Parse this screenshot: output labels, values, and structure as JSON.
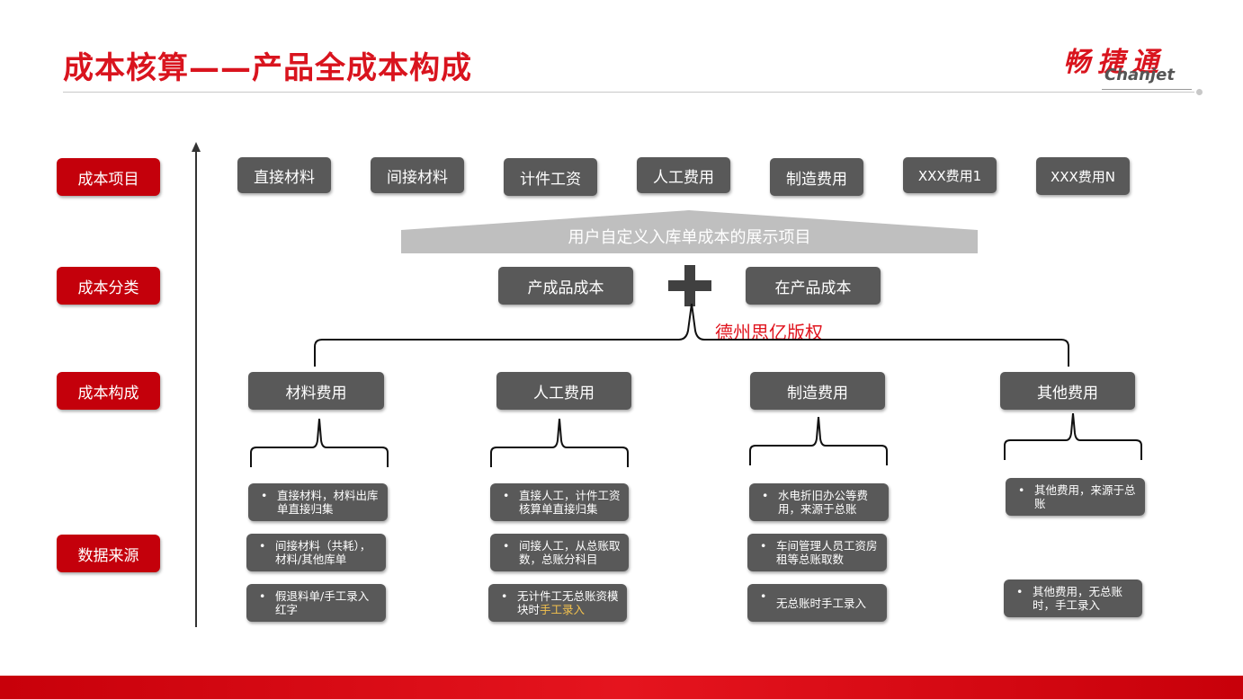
{
  "title": "成本核算——产品全成本构成",
  "logo": {
    "cn": "畅捷通",
    "en": "Chanjet"
  },
  "colors": {
    "accent_red": "#c4000b",
    "box_gray": "#595959",
    "banner_gray": "#bfbfbf",
    "highlight": "#f2c14e"
  },
  "row_labels": {
    "cost_items": "成本项目",
    "cost_category": "成本分类",
    "cost_composition": "成本构成",
    "data_source": "数据来源"
  },
  "cost_items": [
    "直接材料",
    "间接材料",
    "计件工资",
    "人工费用",
    "制造费用",
    "XXX费用1",
    "XXX费用N"
  ],
  "banner": "用户自定义入库单成本的展示项目",
  "categories": {
    "finished": "产成品成本",
    "wip": "在产品成本"
  },
  "watermark": "德州思亿版权",
  "composition": [
    "材料费用",
    "人工费用",
    "制造费用",
    "其他费用"
  ],
  "sources": {
    "material": [
      "直接材料，材料出库单直接归集",
      "间接材料（共耗），材料/其他库单",
      "假退料单/手工录入红字"
    ],
    "labor": [
      "直接人工，计件工资核算单直接归集",
      "间接人工，从总账取数，总账分科目",
      "无计件工无总账资模块时",
      "手工录入"
    ],
    "manufacturing": [
      "水电折旧办公等费用，来源于总账",
      "车间管理人员工资房租等总账取数",
      "无总账时手工录入"
    ],
    "other": [
      "其他费用，来源于总账",
      "其他费用，无总账时，手工录入"
    ]
  }
}
